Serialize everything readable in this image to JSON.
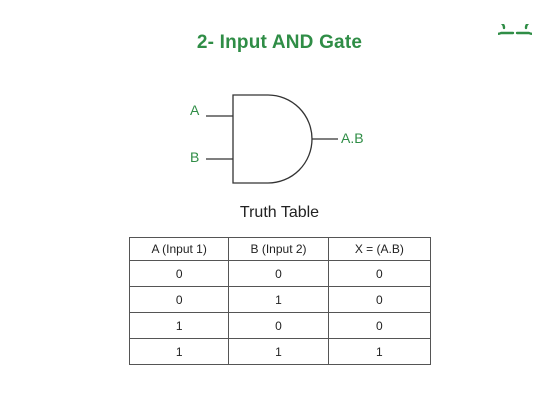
{
  "title": "2- Input AND Gate",
  "brand": {
    "logo_icon": "geeksforgeeks-logo-icon",
    "color": "#2f8d46"
  },
  "gate": {
    "input_a": "A",
    "input_b": "B",
    "output": "A.B"
  },
  "truth_table": {
    "title": "Truth Table",
    "headers": [
      "A (Input 1)",
      "B (Input 2)",
      "X = (A.B)"
    ],
    "rows": [
      [
        "0",
        "0",
        "0"
      ],
      [
        "0",
        "1",
        "0"
      ],
      [
        "1",
        "0",
        "0"
      ],
      [
        "1",
        "1",
        "1"
      ]
    ]
  }
}
